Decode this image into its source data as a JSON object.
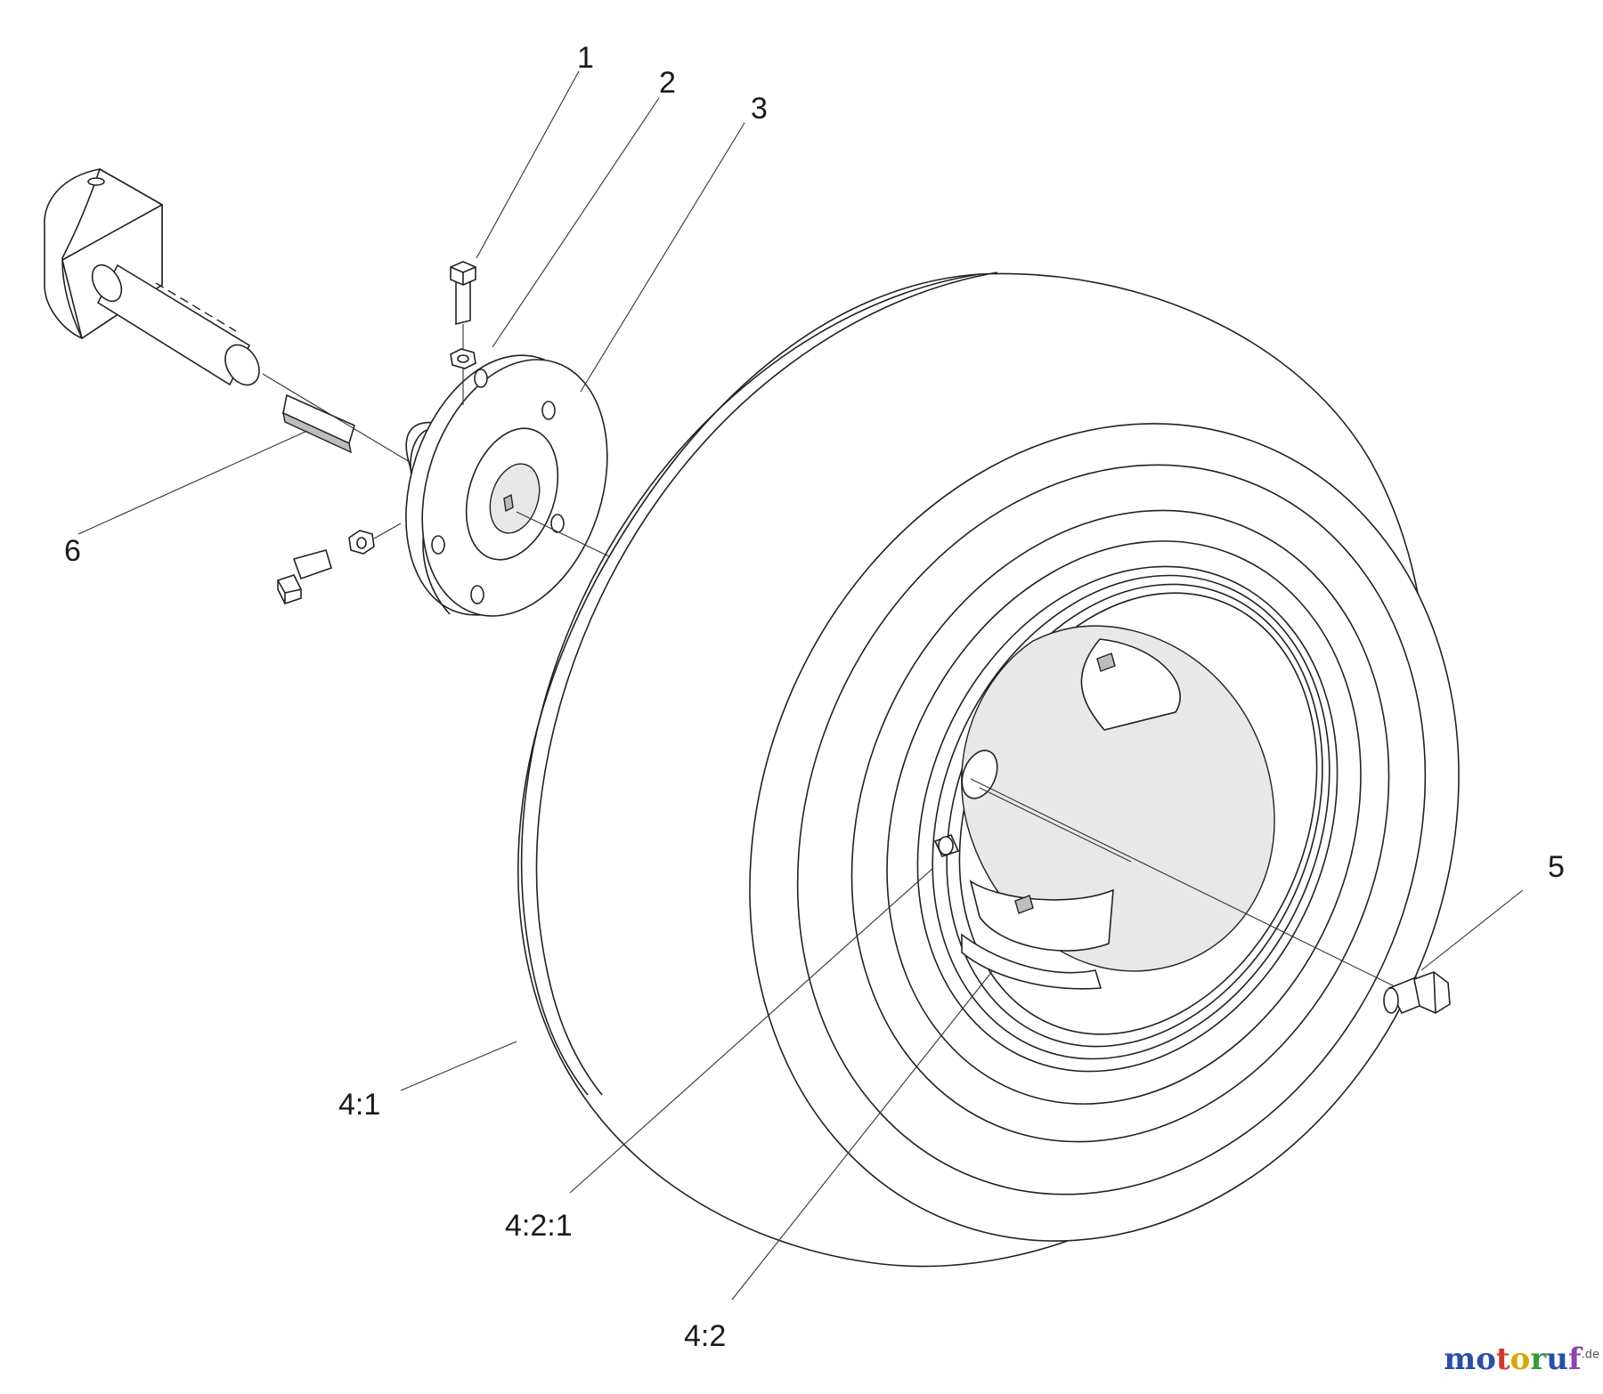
{
  "callouts": {
    "c1": "1",
    "c2": "2",
    "c3": "3",
    "c4_1": "4:1",
    "c4_2": "4:2",
    "c4_2_1": "4:2:1",
    "c5": "5",
    "c6": "6"
  },
  "watermark": {
    "letters": [
      {
        "ch": "m",
        "color": "#2a4fa8"
      },
      {
        "ch": "o",
        "color": "#2a4fa8"
      },
      {
        "ch": "t",
        "color": "#d03a2c"
      },
      {
        "ch": "o",
        "color": "#d9a800"
      },
      {
        "ch": "r",
        "color": "#3a9a3a"
      },
      {
        "ch": "u",
        "color": "#2a4fa8"
      },
      {
        "ch": "f",
        "color": "#8e44ad"
      }
    ],
    "suffix": ".de"
  }
}
